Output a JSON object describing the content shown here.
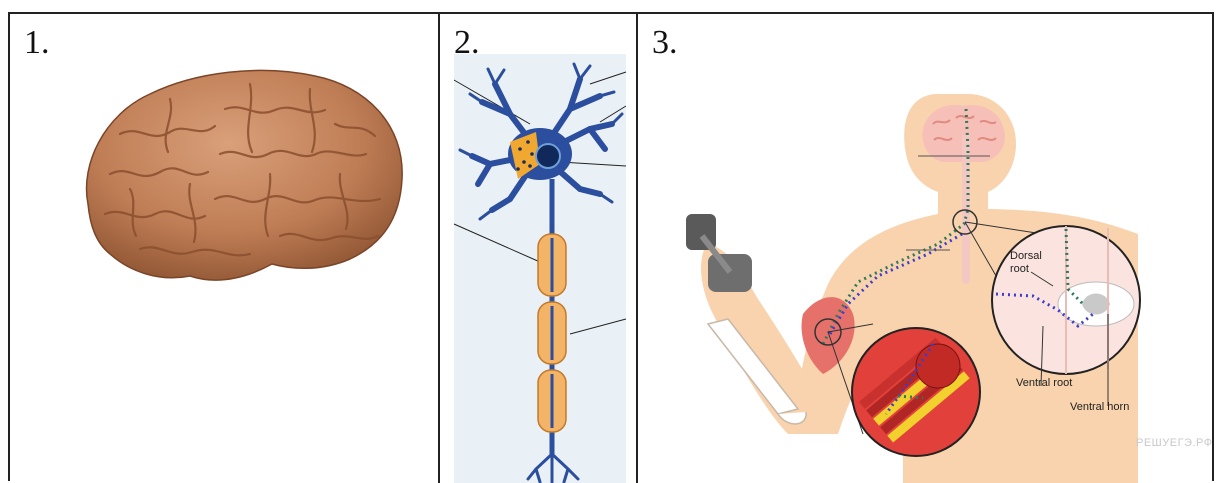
{
  "panels": [
    {
      "number": "1."
    },
    {
      "number": "2."
    },
    {
      "number": "3."
    }
  ],
  "diagram3": {
    "labels": {
      "dorsal_line1": "Dorsal",
      "dorsal_line2": "root",
      "ventral_root": "Ventral root",
      "ventral_horn": "Ventral horn"
    },
    "watermark": "РЕШУЕГЭ.РФ"
  }
}
